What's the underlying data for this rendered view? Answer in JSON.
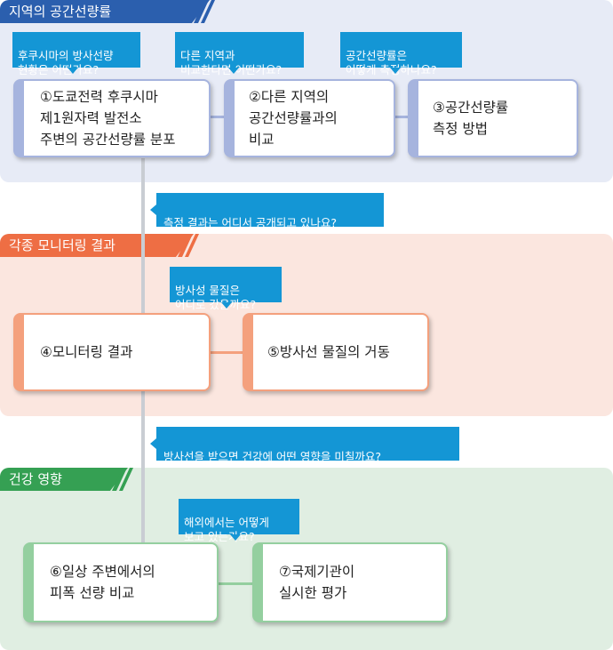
{
  "sections": [
    {
      "title": "지역의 공간선량률",
      "color": "#2b5fae",
      "bg": "#e7ebf6"
    },
    {
      "title": "각종 모니터링 결과",
      "color": "#ee6e44",
      "bg": "#fbe6df"
    },
    {
      "title": "건강 영향",
      "color": "#35a053",
      "bg": "#e0eee2"
    }
  ],
  "boxes": [
    {
      "text": "①도쿄전력 후쿠시마\n  제1원자력 발전소\n  주변의 공간선량률 분포"
    },
    {
      "text": "②다른 지역의\n  공간선량률과의\n  비교"
    },
    {
      "text": "③공간선량률\n  측정 방법"
    },
    {
      "text": "④모니터링 결과"
    },
    {
      "text": "⑤방사선 물질의 거동"
    },
    {
      "text": "⑥일상 주변에서의\n  피폭 선량 비교"
    },
    {
      "text": "⑦국제기관이\n  실시한 평가"
    }
  ],
  "callouts": [
    {
      "text": "후쿠시마의 방사선량\n현황은 어떤가요?"
    },
    {
      "text": "다른 지역과\n비교한다면 어떤가요?"
    },
    {
      "text": "공간선량률은\n어떻게 측정하나요?"
    },
    {
      "text": "측정 결과는 어디서 공개되고 있나요?"
    },
    {
      "text": "방사성 물질은\n어디로 갔을까요?"
    },
    {
      "text": "방사선을 받으면 건강에 어떤 영향을 미칠까요?"
    },
    {
      "text": "해외에서는 어떻게\n보고 있는가요?"
    }
  ],
  "colors": {
    "callout": "#1496d5",
    "connector": "#c9cdd3"
  }
}
